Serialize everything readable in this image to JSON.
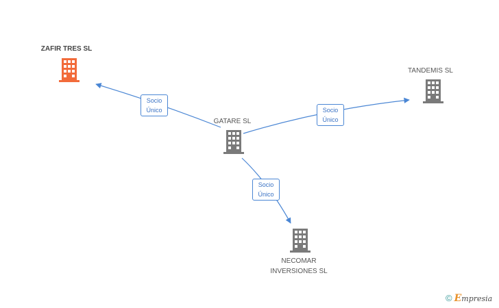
{
  "colors": {
    "focus_node": "#f26b3a",
    "node": "#7a7a7a",
    "edge": "#4a86d4"
  },
  "nodes": [
    {
      "id": "zafir",
      "label": "ZAFIR TRES SL",
      "focus": true
    },
    {
      "id": "gatare",
      "label": "GATARE SL",
      "focus": false
    },
    {
      "id": "tandemis",
      "label": "TANDEMIS SL",
      "focus": false
    },
    {
      "id": "necomar",
      "label_line1": "NECOMAR",
      "label_line2": "INVERSIONES SL",
      "focus": false
    }
  ],
  "edges": [
    {
      "from": "gatare",
      "to": "zafir",
      "line1": "Socio",
      "line2": "Único"
    },
    {
      "from": "gatare",
      "to": "tandemis",
      "line1": "Socio",
      "line2": "Único"
    },
    {
      "from": "gatare",
      "to": "necomar",
      "line1": "Socio",
      "line2": "Único"
    }
  ],
  "footer": {
    "copyright_symbol": "©",
    "brand_initial": "E",
    "brand_rest": "mpresia"
  }
}
